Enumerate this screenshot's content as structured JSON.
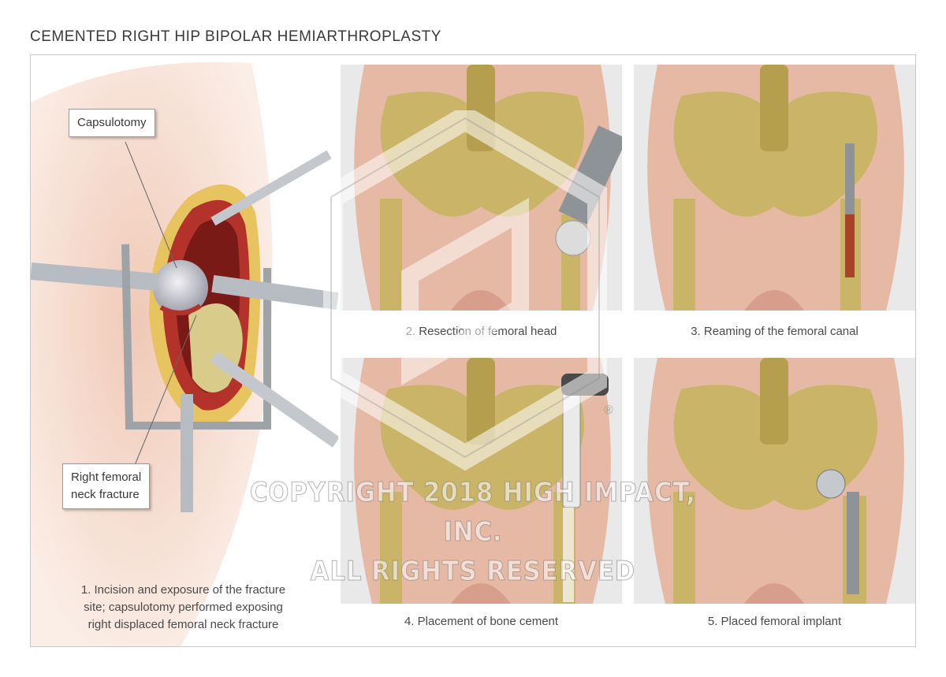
{
  "title": "CEMENTED RIGHT HIP BIPOLAR HEMIARTHROPLASTY",
  "step1": {
    "label_capsulotomy": "Capsulotomy",
    "label_fracture_line1": "Right femoral",
    "label_fracture_line2": "neck fracture",
    "caption_line1": "1. Incision and exposure of the fracture",
    "caption_line2": "site; capsulotomy performed exposing",
    "caption_line3": "right displaced femoral neck fracture"
  },
  "panels": [
    {
      "caption": "2. Resection of femoral head"
    },
    {
      "caption": "3. Reaming of the femoral canal"
    },
    {
      "caption": "4. Placement of bone cement"
    },
    {
      "caption": "5. Placed femoral implant"
    }
  ],
  "watermark": {
    "line1": "COPYRIGHT 2018 HIGH IMPACT, INC.",
    "line2": "ALL RIGHTS RESERVED",
    "registered": "®"
  },
  "colors": {
    "skin": "#e6b9a4",
    "bone": "#c9b468",
    "tissue": "#b3322a",
    "metal": "#9ea3a8",
    "frame": "#c9c9c9"
  }
}
